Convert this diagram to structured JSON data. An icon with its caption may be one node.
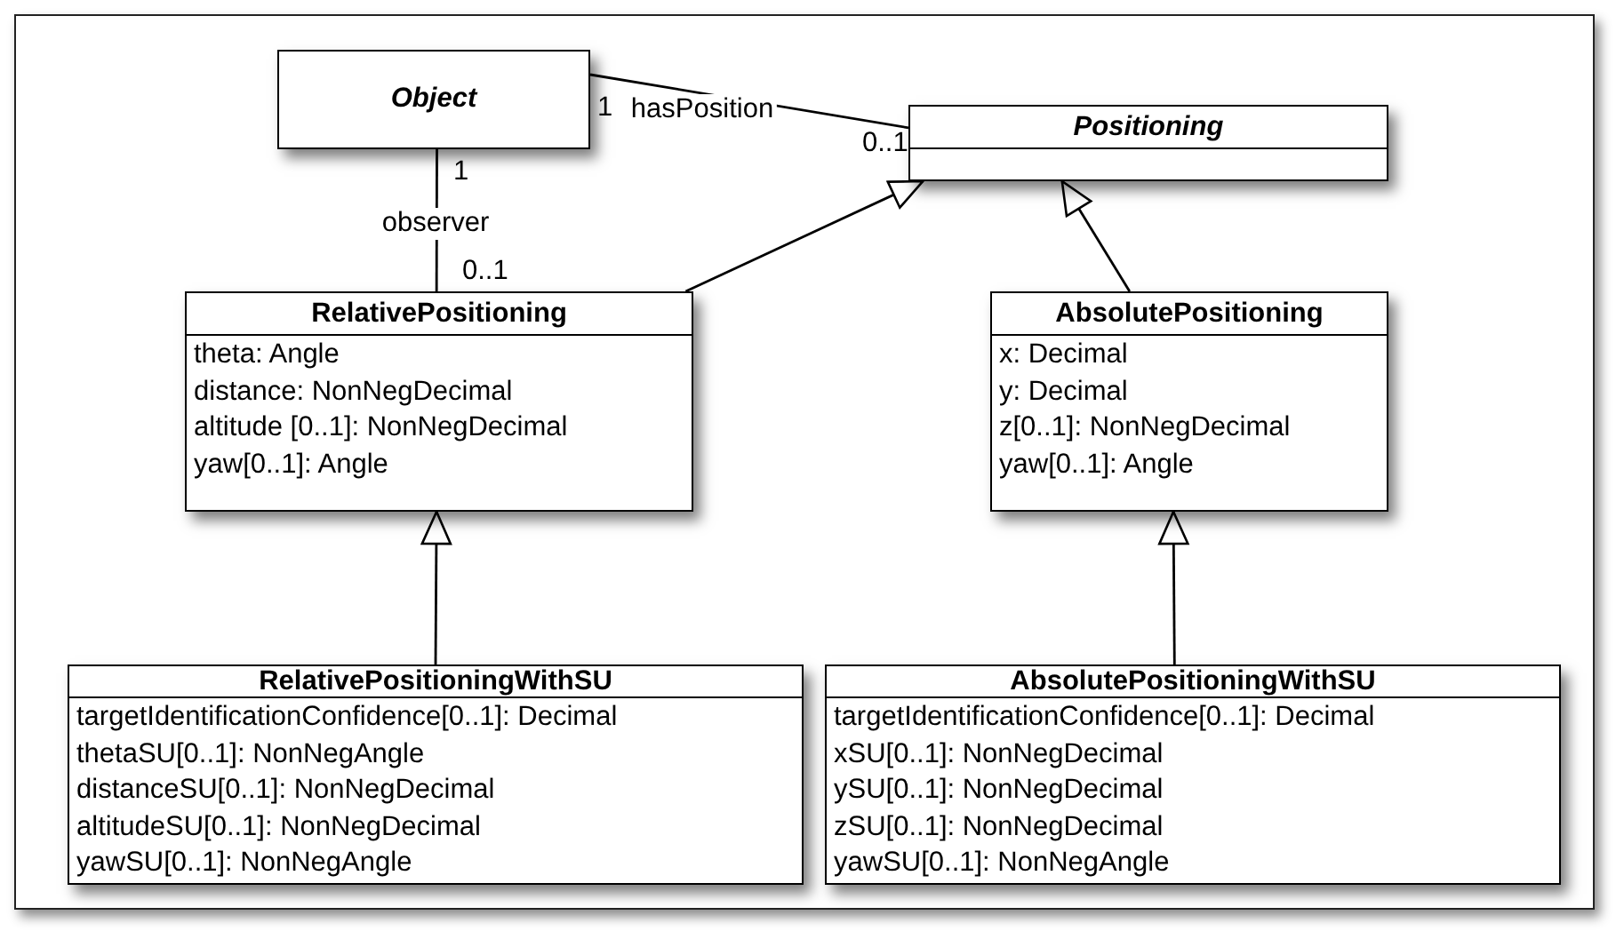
{
  "diagram": {
    "nodes": [
      {
        "text": [
          "Object"
        ]
      },
      {
        "text": [
          "Positioning"
        ]
      },
      {
        "text": [
          "RelativePositioning",
          "theta: Angle",
          "distance: NonNegDecimal",
          "altitude [0..1]: NonNegDecimal",
          "yaw[0..1]: Angle"
        ]
      },
      {
        "text": [
          "AbsolutePositioning",
          "x: Decimal",
          "y: Decimal",
          "z[0..1]: NonNegDecimal",
          "yaw[0..1]: Angle"
        ]
      },
      {
        "text": [
          "RelativePositioningWithSU",
          "targetIdentificationConfidence[0..1]: Decimal",
          "thetaSU[0..1]: NonNegAngle",
          "distanceSU[0..1]: NonNegDecimal",
          "altitudeSU[0..1]: NonNegDecimal",
          "yawSU[0..1]: NonNegAngle"
        ]
      },
      {
        "text": [
          "AbsolutePositioningWithSU",
          "targetIdentificationConfidence[0..1]: Decimal",
          "xSU[0..1]: NonNegDecimal",
          "ySU[0..1]: NonNegDecimal",
          "zSU[0..1]: NonNegDecimal",
          "yawSU[0..1]: NonNegAngle"
        ]
      }
    ],
    "edges": [
      {
        "from": 0,
        "to": 1,
        "arrow": "none",
        "label": "hasPosition"
      },
      {
        "from": 0,
        "to": 2,
        "arrow": "none",
        "label": "observer"
      },
      {
        "from": 2,
        "to": 1,
        "arrow": "to"
      },
      {
        "from": 3,
        "to": 1,
        "arrow": "to"
      },
      {
        "from": 4,
        "to": 2,
        "arrow": "to"
      },
      {
        "from": 5,
        "to": 3,
        "arrow": "to"
      }
    ],
    "labels": [
      "1",
      "0..1",
      "1",
      "0..1"
    ]
  }
}
